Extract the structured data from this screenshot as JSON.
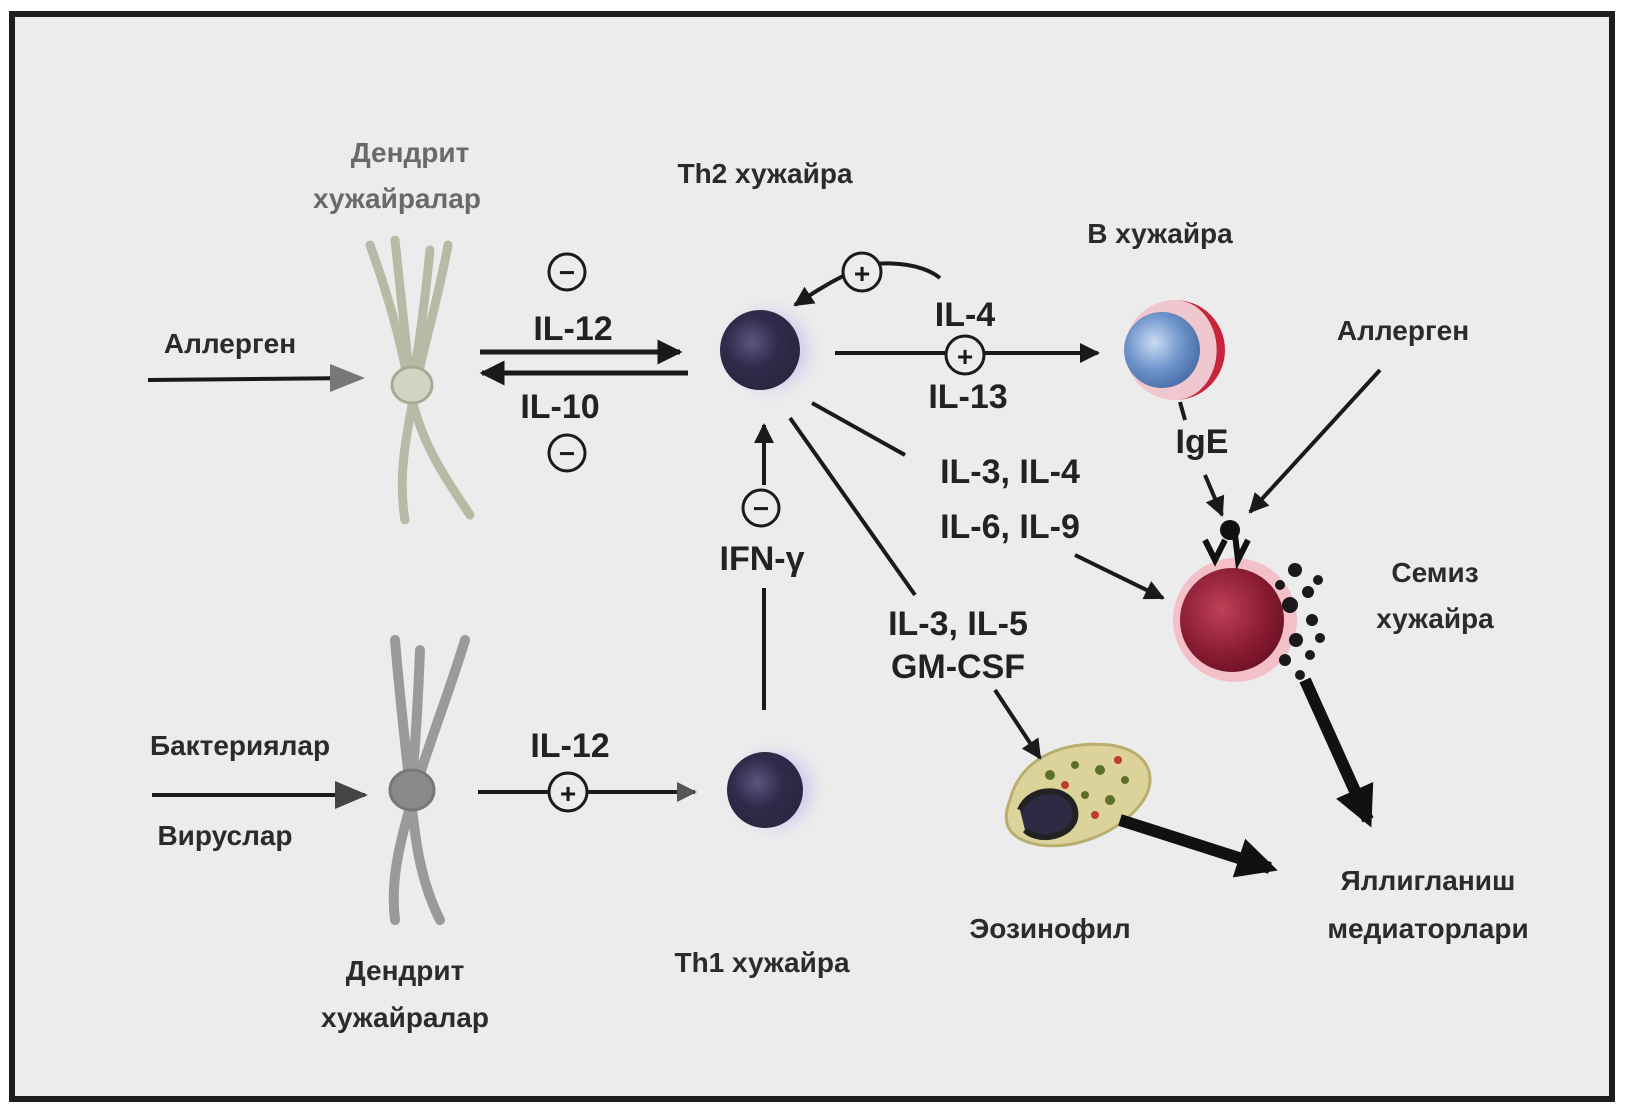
{
  "labels": {
    "dc_top": [
      "Дендрит",
      "хужайралар"
    ],
    "dc_bottom": [
      "Дендрит",
      "хужайралар"
    ],
    "allergen_left": "Аллерген",
    "allergen_right": "Аллерген",
    "bacteria": "Бактериялар",
    "viruses": "Вируслар",
    "th2": "Th2 хужайра",
    "th1": "Th1 хужайра",
    "b_cell": "В хужайра",
    "mast_cell": [
      "Семиз",
      "хужайра"
    ],
    "eosinophil": "Эозинофил",
    "mediators": [
      "Яллигланиш",
      "медиаторлари"
    ]
  },
  "cytokines": {
    "il12_top": "IL-12",
    "il10": "IL-10",
    "il4": "IL-4",
    "il13": "IL-13",
    "ige": "IgE",
    "il3_il4": "IL-3, IL-4",
    "il6_il9": "IL-6, IL-9",
    "il3_il5": "IL-3, IL-5",
    "gmcsf": "GM-CSF",
    "ifng": "IFN-γ",
    "il12_bottom": "IL-12"
  },
  "signs": {
    "plus": "+",
    "minus": "−"
  },
  "colors": {
    "background": "#ececec",
    "frame": "#1e1e1e",
    "arrow": "#1a1a1a",
    "th_cell": "#3a3658",
    "b_cell_blue": "#7fa6d8",
    "b_cell_red": "#c8243c",
    "mast_cell": "#8e1c32",
    "dendritic_top": "#c9cbb8",
    "dendritic_bottom": "#9e9e9e"
  }
}
